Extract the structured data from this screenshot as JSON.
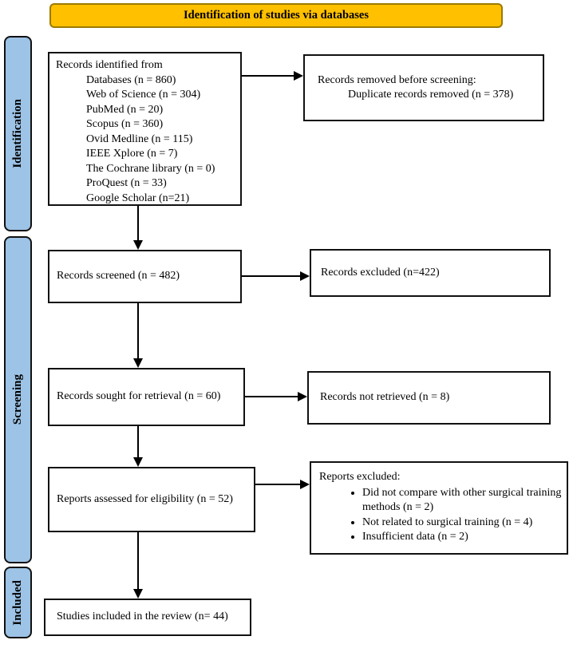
{
  "header": {
    "title": "Identification of studies via databases"
  },
  "colors": {
    "banner_fill": "#FFC000",
    "banner_border": "#9C7A00",
    "stage_bar_fill": "#9DC3E6",
    "box_border": "#111111",
    "background": "#ffffff"
  },
  "stages": [
    {
      "label": "Identification"
    },
    {
      "label": "Screening"
    },
    {
      "label": "Included"
    }
  ],
  "boxes": {
    "records_identified": {
      "title": "Records identified from",
      "items": [
        "Databases (n = 860)",
        "Web of Science (n = 304)",
        "PubMed (n = 20)",
        "Scopus (n = 360)",
        "Ovid Medline (n = 115)",
        "IEEE Xplore (n = 7)",
        "The Cochrane library (n = 0)",
        "ProQuest (n = 33)",
        "Google Scholar (n=21)"
      ]
    },
    "records_removed": {
      "title": "Records removed before screening:",
      "items": [
        "Duplicate records removed (n = 378)"
      ]
    },
    "records_screened": {
      "label": "Records screened (n = 482)"
    },
    "records_excluded": {
      "label": "Records excluded (n=422)"
    },
    "records_sought": {
      "label": "Records sought for retrieval (n = 60)"
    },
    "records_not_retrieved": {
      "label": "Records not retrieved (n = 8)"
    },
    "reports_assessed": {
      "label": "Reports assessed for eligibility (n = 52)"
    },
    "reports_excluded": {
      "title": "Reports excluded:",
      "bullets": [
        "Did not compare with other surgical training methods (n = 2)",
        "Not related to surgical training (n = 4)",
        "Insufficient data (n = 2)"
      ]
    },
    "studies_included": {
      "label": "Studies included in the review (n= 44)"
    }
  },
  "connectors": [
    {
      "from": "records-identified",
      "to": "records-removed",
      "direction": "right"
    },
    {
      "from": "records-identified",
      "to": "records-screened",
      "direction": "down"
    },
    {
      "from": "records-screened",
      "to": "records-excluded",
      "direction": "right"
    },
    {
      "from": "records-screened",
      "to": "records-sought",
      "direction": "down"
    },
    {
      "from": "records-sought",
      "to": "records-not-retrieved",
      "direction": "right"
    },
    {
      "from": "records-sought",
      "to": "reports-assessed",
      "direction": "down"
    },
    {
      "from": "reports-assessed",
      "to": "reports-excluded",
      "direction": "right"
    },
    {
      "from": "reports-assessed",
      "to": "studies-included",
      "direction": "down"
    }
  ]
}
